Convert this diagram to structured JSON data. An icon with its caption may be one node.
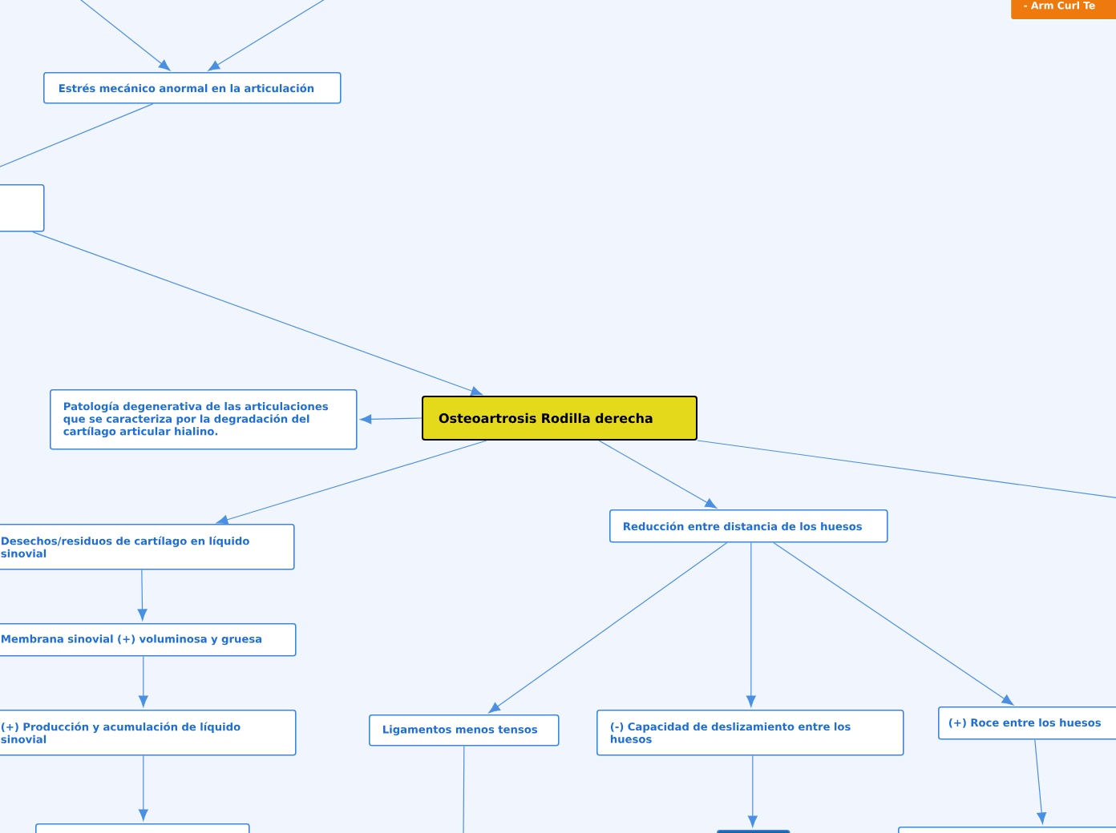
{
  "diagram": {
    "nodes": [
      {
        "text": [
          "Estrés mecánico anormal en la articulación"
        ]
      },
      {
        "text": [],
        "shape": "box"
      },
      {
        "text": [
          "Osteoartrosis Rodilla derecha"
        ]
      },
      {
        "text": [
          "Patología degenerativa de las articulaciones que se caracteriza por la degradación del cartílago articular hialino."
        ]
      },
      {
        "text": [
          "Desechos/residuos de cartílago en líquido sinovial"
        ]
      },
      {
        "text": [
          "Membrana sinovial (+) voluminosa y gruesa"
        ]
      },
      {
        "text": [
          "(+) Producción y acumulación de líquido sinovial"
        ]
      },
      {
        "text": [],
        "shape": "box"
      },
      {
        "text": [
          "Reducción entre distancia de los huesos"
        ]
      },
      {
        "text": [
          "Ligamentos menos tensos"
        ]
      },
      {
        "text": [
          "(-) Capacidad de deslizamiento entre los huesos"
        ]
      },
      {
        "text": [
          "(+) Roce entre los huesos"
        ]
      },
      {
        "text": [],
        "shape": "box"
      },
      {
        "text": [],
        "shape": "box"
      },
      {
        "text": [
          "- Arm Curl Te"
        ]
      }
    ],
    "edges": [
      {
        "from": null,
        "to": 0,
        "arrow": "to"
      },
      {
        "from": null,
        "to": 0,
        "arrow": "to"
      },
      {
        "from": 0,
        "to": 1,
        "arrow": "none"
      },
      {
        "from": 1,
        "to": 2,
        "arrow": "to"
      },
      {
        "from": 2,
        "to": 3,
        "arrow": "to"
      },
      {
        "from": 2,
        "to": 4,
        "arrow": "to"
      },
      {
        "from": 4,
        "to": 5,
        "arrow": "to"
      },
      {
        "from": 5,
        "to": 6,
        "arrow": "to"
      },
      {
        "from": 6,
        "to": 7,
        "arrow": "to"
      },
      {
        "from": 2,
        "to": 8,
        "arrow": "to"
      },
      {
        "from": 2,
        "to": null,
        "arrow": "none"
      },
      {
        "from": 8,
        "to": 9,
        "arrow": "to"
      },
      {
        "from": 8,
        "to": 10,
        "arrow": "to"
      },
      {
        "from": 8,
        "to": 11,
        "arrow": "to"
      },
      {
        "from": 9,
        "to": null,
        "arrow": "none"
      },
      {
        "from": 10,
        "to": 12,
        "arrow": "to"
      },
      {
        "from": 11,
        "to": 13,
        "arrow": "to"
      }
    ]
  }
}
